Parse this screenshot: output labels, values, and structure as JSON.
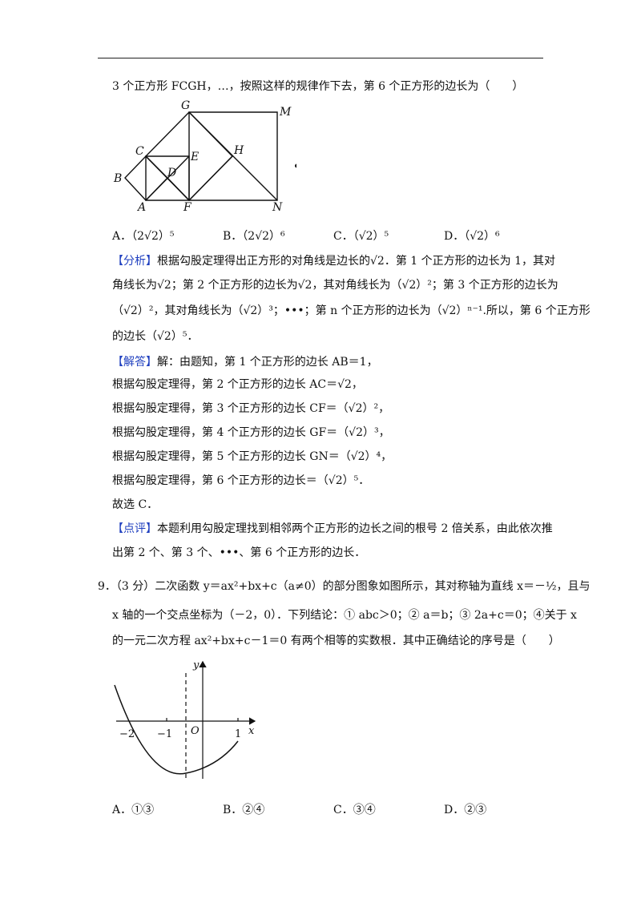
{
  "q8": {
    "stem": "3 个正方形 FCGH，…，按照这样的规律作下去，第 6 个正方形的边长为（　　）",
    "figure_labels": [
      "G",
      "M",
      "C",
      "E",
      "H",
      "B",
      "D",
      "A",
      "F",
      "N"
    ],
    "dots": "•••",
    "options": [
      "A．（2√2）⁵",
      "B．（2√2）⁶",
      "C．（√2）⁵",
      "D．（√2）⁶"
    ],
    "analysis_tag": "【分析】",
    "analysis": [
      "根据勾股定理得出正方形的对角线是边长的√2．第 1 个正方形的边长为 1，其对",
      "角线长为√2；第 2 个正方形的边长为√2，其对角线长为（√2）²；第 3 个正方形的边长为",
      "（√2）²，其对角线长为（√2）³；•••；第 n 个正方形的边长为（√2）ⁿ⁻¹.所以，第 6 个正方形",
      "的边长（√2）⁵．"
    ],
    "answer_tag": "【解答】",
    "answer": [
      "解：由题知，第 1 个正方形的边长 AB＝1，",
      "根据勾股定理得，第 2 个正方形的边长 AC＝√2，",
      "根据勾股定理得，第 3 个正方形的边长 CF＝（√2）²，",
      "根据勾股定理得，第 4 个正方形的边长 GF＝（√2）³，",
      "根据勾股定理得，第 5 个正方形的边长 GN＝（√2）⁴，",
      "根据勾股定理得，第 6 个正方形的边长＝（√2）⁵．",
      "故选 C．"
    ],
    "comment_tag": "【点评】",
    "comment": [
      "本题利用勾股定理找到相邻两个正方形的边长之间的根号 2 倍关系，由此依次推",
      "出第 2 个、第 3 个、•••、第 6 个正方形的边长．"
    ]
  },
  "q9": {
    "stem": [
      "9．（3 分）二次函数 y＝ax²+bx+c（a≠0）的部分图象如图所示，其对称轴为直线 x＝－½，且与",
      "x 轴的一个交点坐标为（－2，0）．下列结论：① abc＞0；② a＝b；③ 2a+c＝0；④关于 x",
      "的一元二次方程 ax²+bx+c－1＝0 有两个相等的实数根．其中正确结论的序号是（　　）"
    ],
    "graph_labels": {
      "y": "y",
      "x": "x",
      "origin": "O",
      "ticks": [
        "−2",
        "−1",
        "1"
      ]
    },
    "options": [
      "A．①③",
      "B．②④",
      "C．③④",
      "D．②③"
    ]
  }
}
